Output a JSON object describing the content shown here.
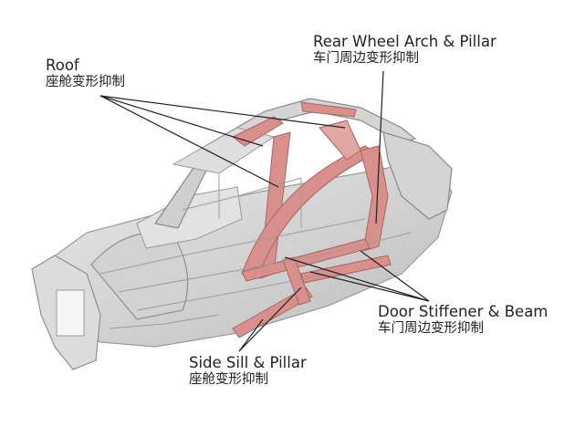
{
  "labels": {
    "roof": {
      "en": "Roof",
      "zh": "座舱变形抑制"
    },
    "rear_wheel_arch": {
      "en": "Rear Wheel Arch & Pillar",
      "zh": "车门周边变形抑制"
    },
    "door_stiffener": {
      "en": "Door Stiffener & Beam",
      "zh": "车门周边变形抑制"
    },
    "side_sill": {
      "en": "Side Sill & Pillar",
      "zh": "座舱变形抑制"
    }
  },
  "colors": {
    "highlight": "#d9908c",
    "body_frame": "#c9c9c9",
    "leader_line": "#222222"
  },
  "icons": {
    "car_body": "car-body-in-white-illustration"
  }
}
